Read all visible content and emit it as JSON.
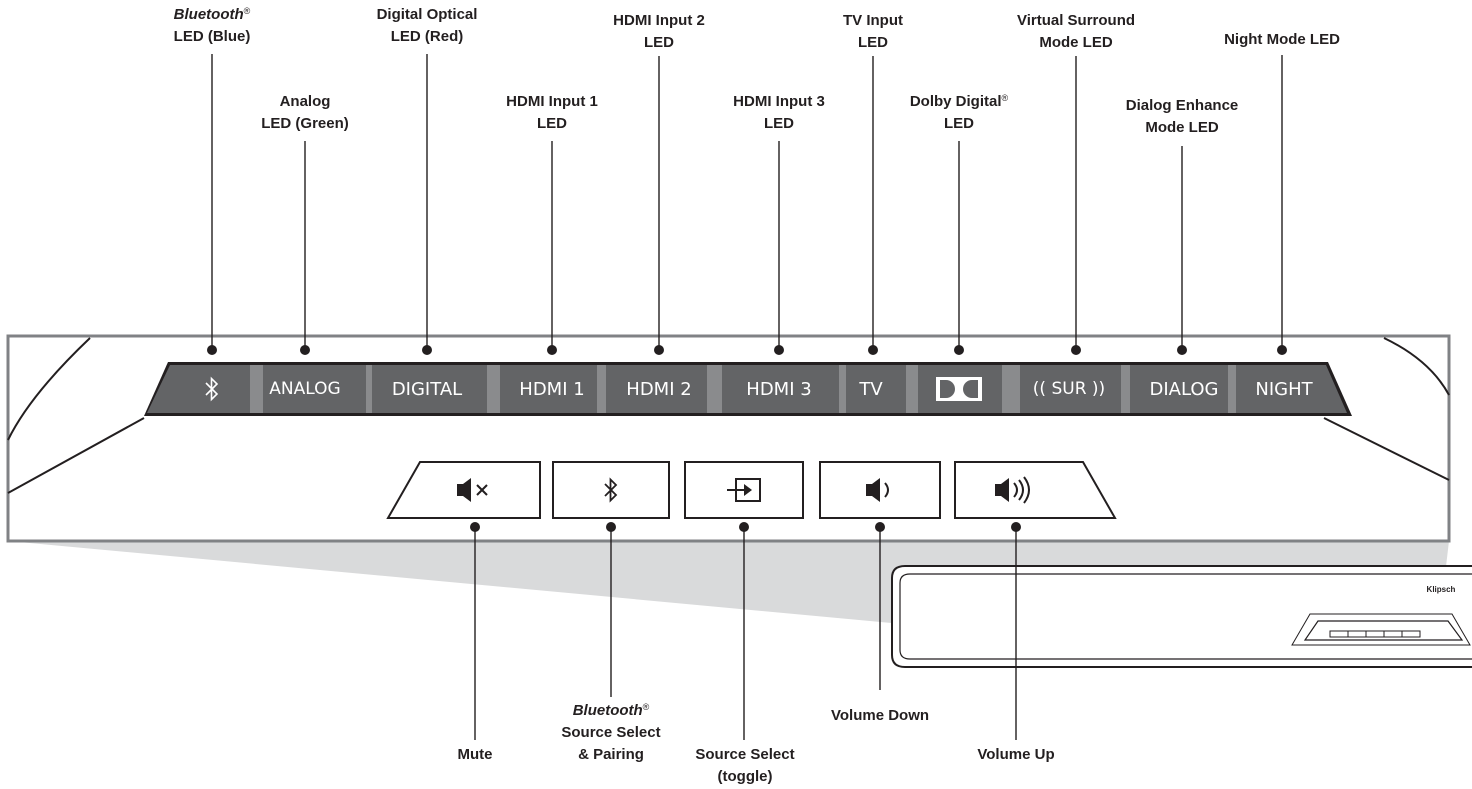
{
  "top_callouts": [
    {
      "id": "bluetooth-led",
      "line1_em": "Bluetooth",
      "line1_sup": "®",
      "line2": "LED (Blue)"
    },
    {
      "id": "analog-led",
      "line1": "Analog",
      "line2": "LED (Green)"
    },
    {
      "id": "digital-led",
      "line1": "Digital Optical",
      "line2": "LED (Red)"
    },
    {
      "id": "hdmi1-led",
      "line1": "HDMI Input 1",
      "line2": "LED"
    },
    {
      "id": "hdmi2-led",
      "line1": "HDMI Input 2",
      "line2": "LED"
    },
    {
      "id": "hdmi3-led",
      "line1": "HDMI Input 3",
      "line2": "LED"
    },
    {
      "id": "tv-led",
      "line1": "TV Input",
      "line2": "LED"
    },
    {
      "id": "dolby-led",
      "line1": "Dolby Digital",
      "line1_sup": "®",
      "line2": "LED"
    },
    {
      "id": "surround-led",
      "line1": "Virtual Surround",
      "line2": "Mode LED"
    },
    {
      "id": "dialog-led",
      "line1": "Dialog Enhance",
      "line2": "Mode LED"
    },
    {
      "id": "night-led",
      "line1": "Night Mode LED"
    }
  ],
  "led_strip": [
    {
      "id": "bluetooth",
      "icon": "bluetooth-icon"
    },
    {
      "id": "analog",
      "label": "ANALOG"
    },
    {
      "id": "digital",
      "label": "DIGITAL"
    },
    {
      "id": "hdmi1",
      "label": "HDMI 1"
    },
    {
      "id": "hdmi2",
      "label": "HDMI 2"
    },
    {
      "id": "hdmi3",
      "label": "HDMI 3"
    },
    {
      "id": "tv",
      "label": "TV"
    },
    {
      "id": "dolby",
      "icon": "dolby-double-d-icon"
    },
    {
      "id": "surround",
      "label": "(( SUR ))"
    },
    {
      "id": "dialog",
      "label": "DIALOG"
    },
    {
      "id": "night",
      "label": "NIGHT"
    }
  ],
  "buttons": [
    {
      "id": "mute",
      "icon": "mute-icon"
    },
    {
      "id": "bluetooth",
      "icon": "bluetooth-icon"
    },
    {
      "id": "source",
      "icon": "source-input-icon"
    },
    {
      "id": "volume-down",
      "icon": "volume-down-icon"
    },
    {
      "id": "volume-up",
      "icon": "volume-up-icon"
    }
  ],
  "bottom_callouts": [
    {
      "id": "mute",
      "line1": "Mute"
    },
    {
      "id": "bluetooth-select",
      "line1_em": "Bluetooth",
      "line1_sup": "®",
      "line2": "Source Select",
      "line3": "& Pairing"
    },
    {
      "id": "source-select",
      "line1": "Source Select",
      "line2": "(toggle)"
    },
    {
      "id": "volume-down",
      "line1": "Volume Down"
    },
    {
      "id": "volume-up",
      "line1": "Volume Up"
    }
  ],
  "brand_badge": "Klipsch",
  "colors": {
    "ink": "#231f20",
    "led_strip": "#636466",
    "led_divider": "#8a8b8d",
    "frame": "#808285",
    "zoom_shade": "#d9dadb"
  }
}
